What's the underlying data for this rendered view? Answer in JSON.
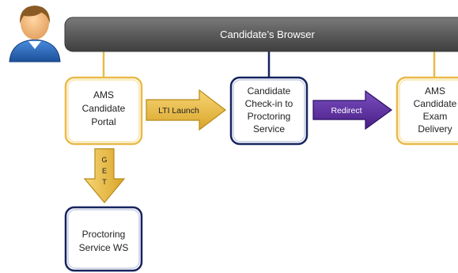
{
  "browser_bar": {
    "label": "Candidate’s Browser"
  },
  "nodes": {
    "portal": {
      "lines": [
        "AMS",
        "Candidate",
        "Portal"
      ]
    },
    "checkin": {
      "lines": [
        "Candidate",
        "Check-in to",
        "Proctoring",
        "Service"
      ]
    },
    "delivery": {
      "lines": [
        "AMS",
        "Candidate",
        "Exam",
        "Delivery"
      ]
    },
    "proctoring_ws": {
      "lines": [
        "Proctoring",
        "Service WS"
      ]
    }
  },
  "arrows": {
    "lti_launch": {
      "label": "LTI Launch"
    },
    "redirect": {
      "label": "Redirect"
    },
    "get": {
      "label": "G E T",
      "letters": [
        "G",
        "E",
        "T"
      ]
    }
  },
  "colors": {
    "bar_fill": "#5b5b5b",
    "bar_text": "#ffffff",
    "gold": "#e9b949",
    "gold_dark": "#b58a16",
    "gold_light": "#fae6a6",
    "navy": "#15245e",
    "purple": "#5a2a9a",
    "purple_dark": "#2a1060",
    "text_dark": "#222222",
    "person_skin": "#f1b97a",
    "person_hair": "#8a5a25",
    "person_shirt": "#2d6fc4",
    "person_shirt_dark": "#1d4f98"
  }
}
